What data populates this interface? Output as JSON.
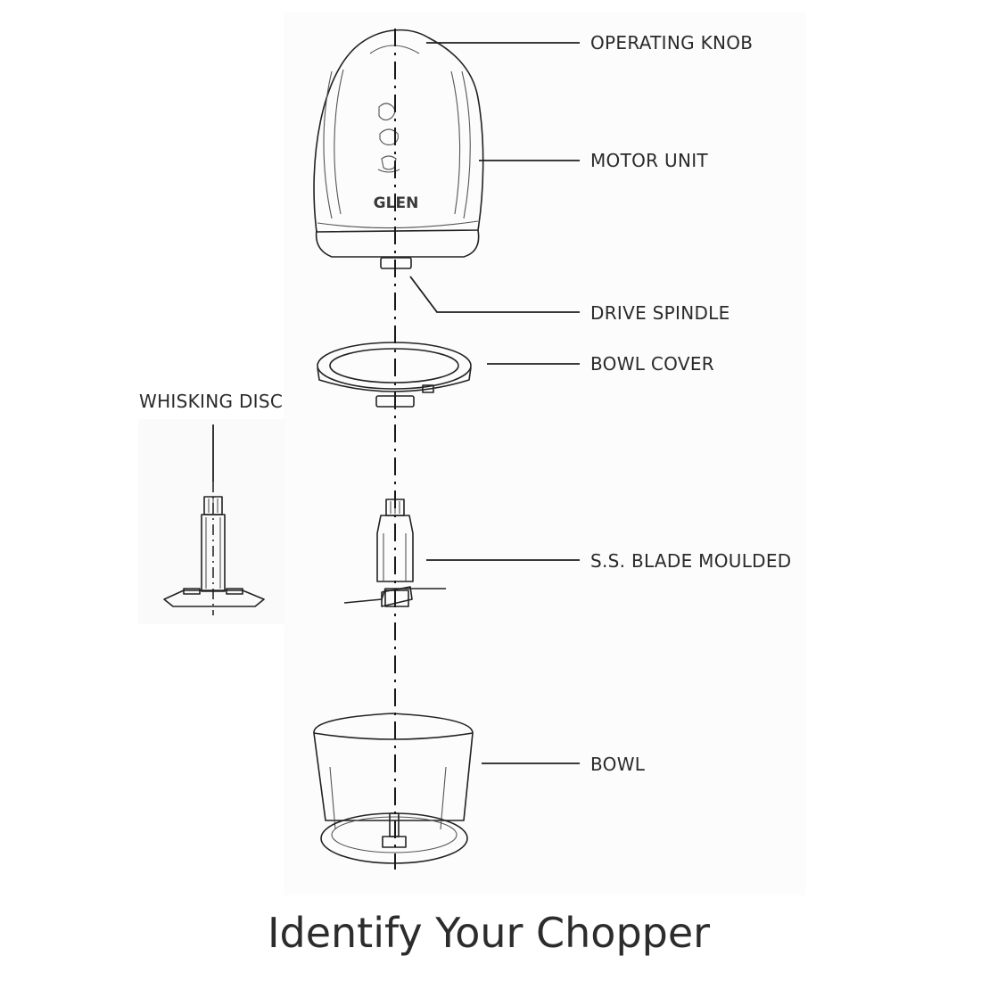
{
  "labels": {
    "operating_knob": "OPERATING KNOB",
    "motor_unit": "MOTOR UNIT",
    "drive_spindle": "DRIVE SPINDLE",
    "bowl_cover": "BOWL COVER",
    "whisking_disc": "WHISKING DISC",
    "blade": "S.S. BLADE MOULDED",
    "bowl": "BOWL"
  },
  "brand": "GLEN",
  "title": "Identify Your Chopper"
}
